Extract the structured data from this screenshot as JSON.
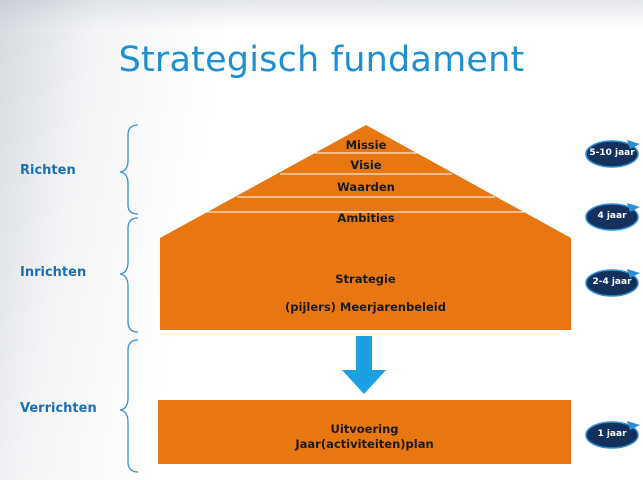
{
  "title": "Strategisch fundament",
  "side_labels": {
    "richten": "Richten",
    "inrichten": "Inrichten",
    "verrichten": "Verrichten"
  },
  "pyramid": {
    "missie": "Missie",
    "visie": "Visie",
    "waarden": "Waarden",
    "ambities": "Ambities"
  },
  "strategy_box": {
    "line1": "Strategie",
    "line2": "(pijlers) Meerjarenbeleid"
  },
  "execution_box": {
    "line1": "Uitvoering",
    "line2": "Jaar(activiteiten)plan"
  },
  "badges": {
    "richten": "5-10 jaar",
    "ambities": "4 jaar",
    "strategie": "2-4 jaar",
    "uitvoering": "1 jaar"
  },
  "colors": {
    "orange": "#e87711",
    "blue_title": "#1f8fd0",
    "arrow_blue": "#1aa0e0",
    "badge_dark": "#14305c",
    "badge_ring": "#2a8fd6"
  }
}
